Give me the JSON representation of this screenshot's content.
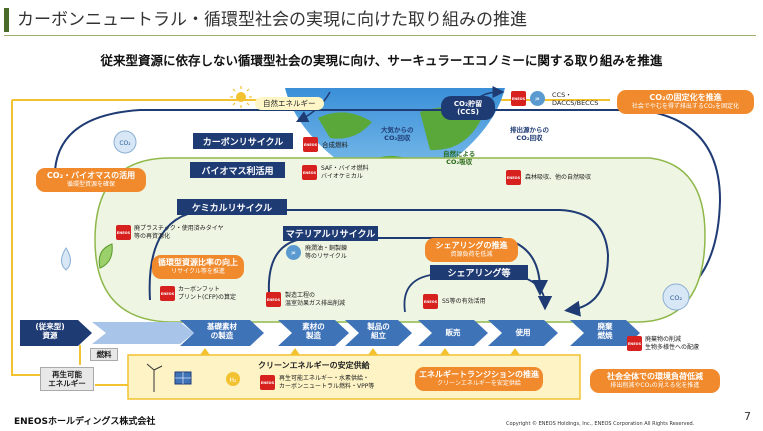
{
  "header": {
    "title": "カーボンニュートラル・循環型社会の実現に向けた取り組みの推進",
    "subtitle": "従来型資源に依存しない循環型社会の実現に向け、サーキュラーエコノミーに関する取り組みを推進"
  },
  "sky": {
    "natural_energy": "自然エネルギー",
    "co2_storage": "CO₂貯留\n(CCS)",
    "ccs_tags": "CCS・\nDACCS/BECCS",
    "atmos_capture": "大気からの\nCO₂回収",
    "source_capture": "排出源からの\nCO₂回収",
    "natural_absorption": "自然による\nCO₂吸収",
    "forest_absorption": "森林吸収、他の自然吸収",
    "co2_bubble": "CO₂"
  },
  "callouts": {
    "fixation_title": "CO₂の固定化を推進",
    "fixation_sub": "社会でやむを得ず排出するCO₂を固定化",
    "use_title": "CO₂・バイオマスの活用",
    "use_sub": "循環型資源を確保",
    "recycle_rate_title": "循環型資源比率の向上",
    "recycle_rate_sub": "リサイクル等を推進",
    "sharing_title": "シェアリングの推進",
    "sharing_sub": "資源負荷を低減",
    "load_title": "社会全体での環境負荷低減",
    "load_sub": "排出削減やCO₂の見える化を推進",
    "transition_title": "エネルギートランジションの推進",
    "transition_sub": "クリーンエネルギーを安定供給"
  },
  "loops": {
    "carbon_recycle": "カーボンリサイクル",
    "biomass": "バイオマス利活用",
    "chemical_recycle": "ケミカルリサイクル",
    "material_recycle": "マテリアルリサイクル",
    "sharing": "シェアリング等"
  },
  "notes": {
    "synthetic_fuel": "合成燃料",
    "saf": "SAF・バイオ燃料\nバイオケミカル",
    "waste_plastic": "廃プラスチック・使用済みタイヤ\n等の再資源化",
    "cfp": "カーボンフット\nプリント(CFP)の算定",
    "waste_oil": "廃潤油・銅製錬\n等のリサイクル",
    "manufacturing": "製造工程の\n温室効果ガス排出削減",
    "ss": "SS等の有効活用",
    "waste_reduction": "廃棄物の削減\n生物多様性への配慮",
    "renewables": "再生可能エネルギー・水素供給・\nカーボンニュートラル燃料・VPP等"
  },
  "flow": {
    "stages": [
      "(従来型)\n資源",
      "基礎素材\nの製造",
      "素材の\n製造",
      "製品の\n組立",
      "販売",
      "使用",
      "廃棄\n燃焼"
    ],
    "fuel": "燃料",
    "renewable": "再生可能\nエネルギー",
    "clean_supply": "クリーンエネルギーの安定供給"
  },
  "badges": {
    "eneos": "ENEOS",
    "jx": "JX"
  },
  "footer": {
    "logo": "ENEOSホールディングス株式会社",
    "copyright": "Copyright © ENEOS Holdings, Inc., ENEOS Corporation  All Rights Reserved.",
    "page": "7"
  },
  "colors": {
    "navy": "#1f3b74",
    "orange": "#f08a2c",
    "light_green": "#eef5e2",
    "green_border": "#8fb84a",
    "flow_blue": "#3f73b8",
    "yellow_bg": "#fdf3c4",
    "eneos_red": "#d6211f"
  }
}
